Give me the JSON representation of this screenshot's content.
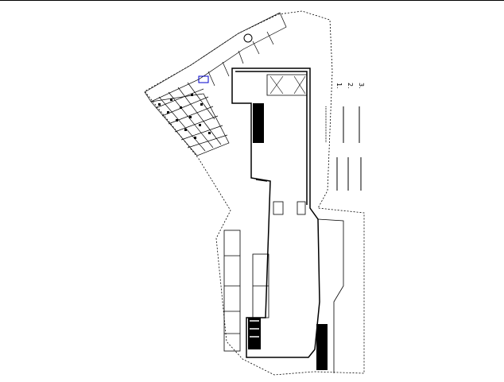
{
  "drawing": {
    "notes": [
      "1.",
      "2.",
      "3."
    ],
    "line_color": "#000000",
    "accent_color": "#0000cc"
  }
}
